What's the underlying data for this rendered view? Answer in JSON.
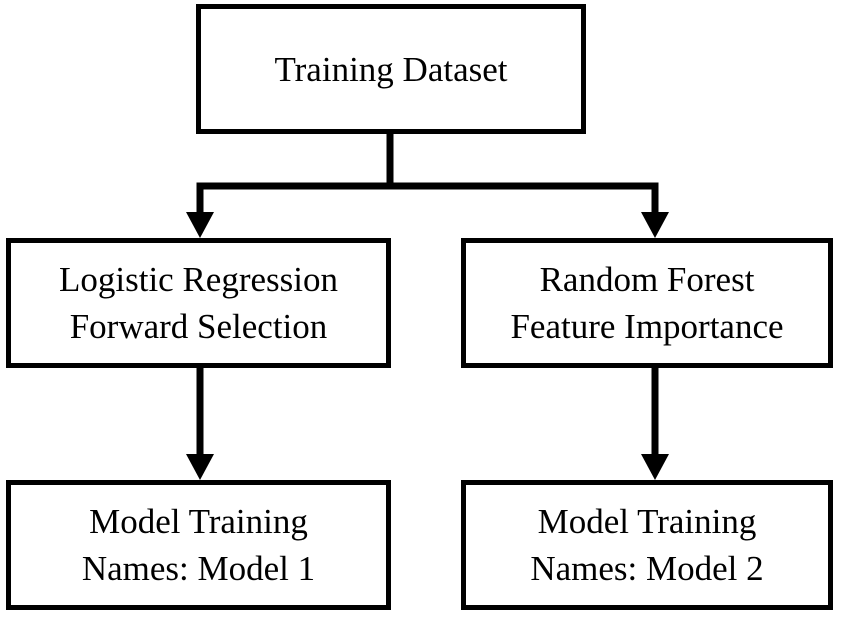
{
  "nodes": {
    "training_dataset": {
      "line1": "Training Dataset"
    },
    "logistic_regression": {
      "line1": "Logistic Regression",
      "line2": "Forward Selection"
    },
    "random_forest": {
      "line1": "Random Forest",
      "line2": "Feature Importance"
    },
    "model_1": {
      "line1": "Model Training",
      "line2": "Names: Model 1"
    },
    "model_2": {
      "line1": "Model Training",
      "line2": "Names: Model 2"
    }
  },
  "edges": [
    {
      "from": "training_dataset",
      "to": "logistic_regression"
    },
    {
      "from": "training_dataset",
      "to": "random_forest"
    },
    {
      "from": "logistic_regression",
      "to": "model_1"
    },
    {
      "from": "random_forest",
      "to": "model_2"
    }
  ],
  "colors": {
    "stroke": "#000000",
    "background": "#ffffff"
  }
}
